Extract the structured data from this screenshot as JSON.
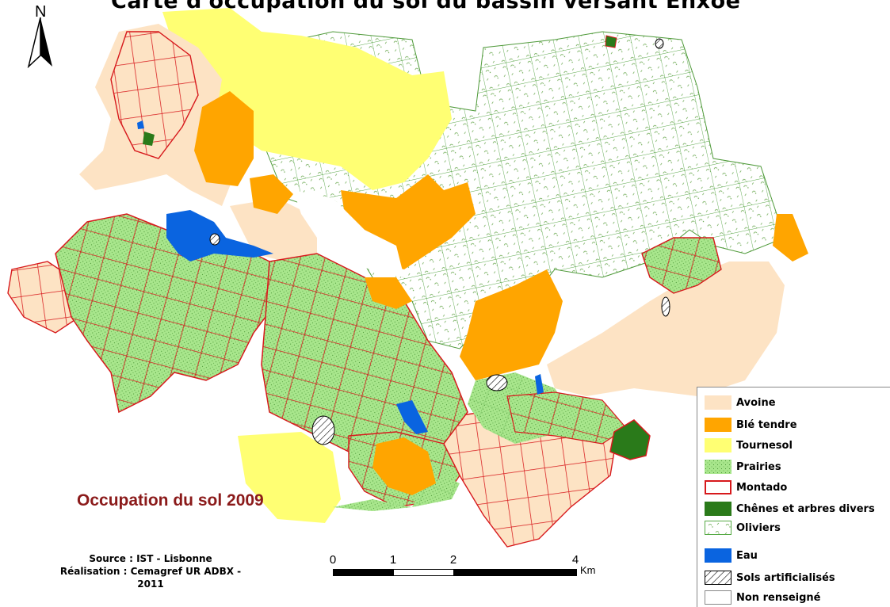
{
  "title": "Carte d'occupation du sol du bassin versant Enxoé",
  "north_label": "N",
  "occupation_label": "Occupation du sol 2009",
  "source_line1": "Source : IST - Lisbonne",
  "source_line2": "Réalisation : Cemagref UR ADBX - 2011",
  "scale": {
    "ticks": [
      "0",
      "1",
      "2",
      "4"
    ],
    "unit": "Km"
  },
  "colors": {
    "avoine": "#fde3c4",
    "ble_tendre": "#ffa500",
    "tournesol": "#ffff73",
    "prairies": "#a8e68c",
    "montado_border": "#d7191c",
    "chenes": "#2a7a1a",
    "oliviers_border": "#55aa44",
    "eau": "#0a64e0"
  },
  "legend": [
    {
      "label": "Avoine",
      "key": "avoine"
    },
    {
      "label": "Blé tendre",
      "key": "ble_tendre"
    },
    {
      "label": "Tournesol",
      "key": "tournesol"
    },
    {
      "label": "Prairies",
      "key": "prairies"
    },
    {
      "label": "Montado",
      "key": "montado"
    },
    {
      "label": "Chênes et arbres divers",
      "key": "chenes"
    },
    {
      "label": "Oliviers",
      "key": "oliviers"
    },
    {
      "label": "Eau",
      "key": "eau"
    },
    {
      "label": "Sols artificialisés",
      "key": "sols"
    },
    {
      "label": "Non renseigné",
      "key": "non"
    }
  ]
}
